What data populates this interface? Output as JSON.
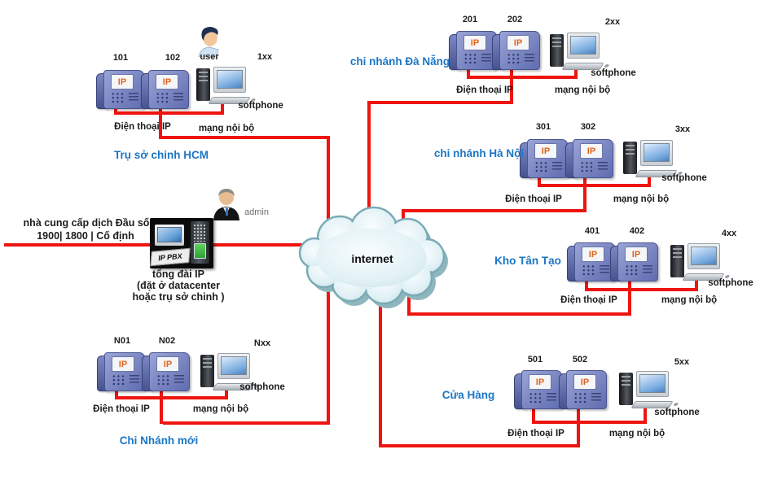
{
  "cloud": {
    "label": "internet"
  },
  "provider": {
    "line1": "nhà cung cấp dịch Đầu số",
    "line2": "1900| 1800 | Cố định"
  },
  "pbx": {
    "device_label": "IP PBX",
    "caption_line1": "tổng đài IP",
    "caption_line2": "(đặt ở datacenter",
    "caption_line3": "hoặc trụ sở chinh )",
    "admin_label": "admin"
  },
  "common": {
    "ip_screen_label": "IP",
    "phone_row_label": "Điện thoại IP",
    "lan_row_label": "mạng nội bộ",
    "softphone_label": "softphone",
    "user_label": "user"
  },
  "sites": [
    {
      "name": "Trụ sở chinh HCM",
      "phone1": "101",
      "phone2": "102",
      "ext_range": "1xx"
    },
    {
      "name": "chi nhánh Đà Nẵng",
      "phone1": "201",
      "phone2": "202",
      "ext_range": "2xx"
    },
    {
      "name": "chi nhánh Hà Nội",
      "phone1": "301",
      "phone2": "302",
      "ext_range": "3xx"
    },
    {
      "name": "Kho Tân Tạo",
      "phone1": "401",
      "phone2": "402",
      "ext_range": "4xx"
    },
    {
      "name": "Cửa Hàng",
      "phone1": "501",
      "phone2": "502",
      "ext_range": "5xx"
    },
    {
      "name": "Chi Nhánh mới",
      "phone1": "N01",
      "phone2": "N02",
      "ext_range": "Nxx"
    }
  ],
  "colors": {
    "wire_red": "#ee1410",
    "site_label_blue": "#1b76c4",
    "ip_text_orange": "#e2641c",
    "cloud_fill": "#e6f3f6",
    "cloud_stroke": "#7aabb5"
  }
}
